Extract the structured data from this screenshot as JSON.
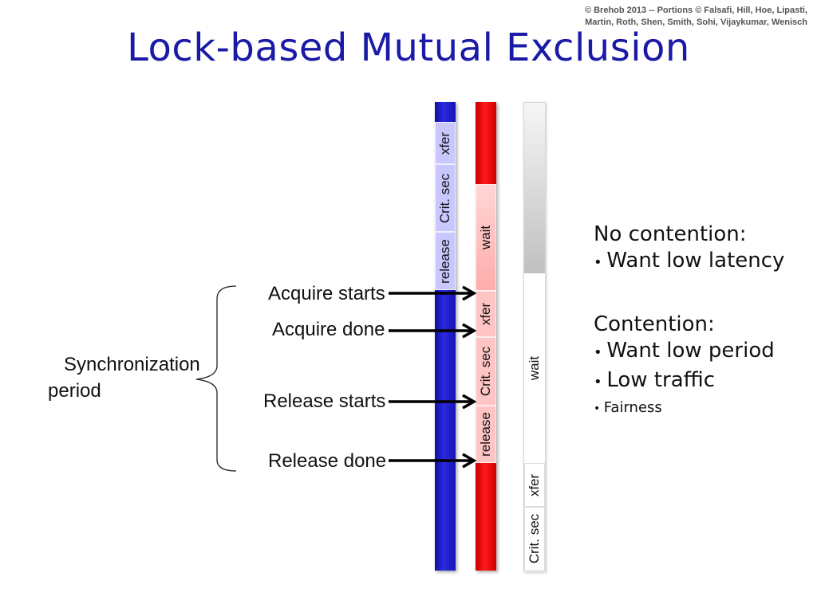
{
  "copyright": {
    "line1": "© Brehob 2013 -- Portions © Falsafi, Hill, Hoe, Lipasti,",
    "line2": "Martin, Roth, Shen, Smith, Sohi, Vijaykumar, Wenisch"
  },
  "title": "Lock-based Mutual Exclusion",
  "sync_label": {
    "line1": "Synchronization",
    "line2": "period"
  },
  "events": {
    "acquire_starts": "Acquire starts",
    "acquire_done": "Acquire done",
    "release_starts": "Release starts",
    "release_done": "Release done"
  },
  "blue_bar": {
    "xfer": "xfer",
    "crit": "Crit. sec",
    "release": "release"
  },
  "red_bar": {
    "wait": "wait",
    "xfer": "xfer",
    "crit": "Crit. sec",
    "release": "release"
  },
  "white_bar": {
    "wait": "wait",
    "xfer": "xfer",
    "crit": "Crit. sec"
  },
  "right_panel": {
    "no_contention": "No contention:",
    "want_low_latency": "Want low latency",
    "contention": "Contention:",
    "want_low_period": "Want low period",
    "low_traffic": "Low traffic",
    "fairness": "Fairness"
  },
  "colors": {
    "title": "#1a1aa6",
    "blue_bar": "#2020d0",
    "red_bar": "#ee0000",
    "arrow": "#000000"
  }
}
